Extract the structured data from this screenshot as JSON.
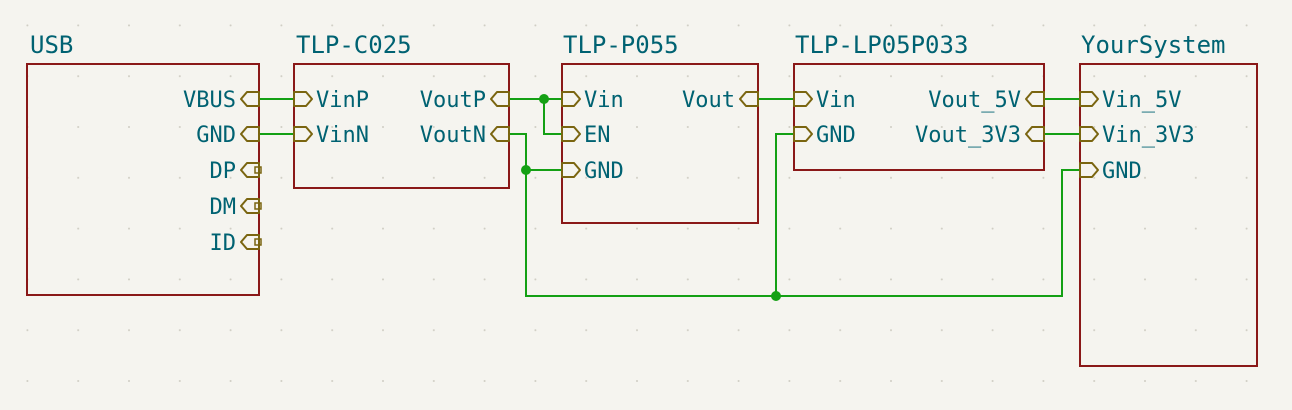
{
  "colors": {
    "background": "#f5f4ef",
    "box": "#8a1818",
    "text": "#006272",
    "wire": "#14a014",
    "pin": "#7a6510"
  },
  "blocks": {
    "usb": {
      "title": "USB",
      "pins": [
        "VBUS",
        "GND",
        "DP",
        "DM",
        "ID"
      ]
    },
    "tlp_c025": {
      "title": "TLP-C025",
      "in_pins": [
        "VinP",
        "VinN"
      ],
      "out_pins": [
        "VoutP",
        "VoutN"
      ]
    },
    "tlp_p055": {
      "title": "TLP-P055",
      "in_pins": [
        "Vin",
        "EN",
        "GND"
      ],
      "out_pins": [
        "Vout"
      ]
    },
    "tlp_lp05p033": {
      "title": "TLP-LP05P033",
      "in_pins": [
        "Vin",
        "GND"
      ],
      "out_pins": [
        "Vout_5V",
        "Vout_3V3"
      ]
    },
    "your_system": {
      "title": "YourSystem",
      "in_pins": [
        "Vin_5V",
        "Vin_3V3",
        "GND"
      ]
    }
  }
}
